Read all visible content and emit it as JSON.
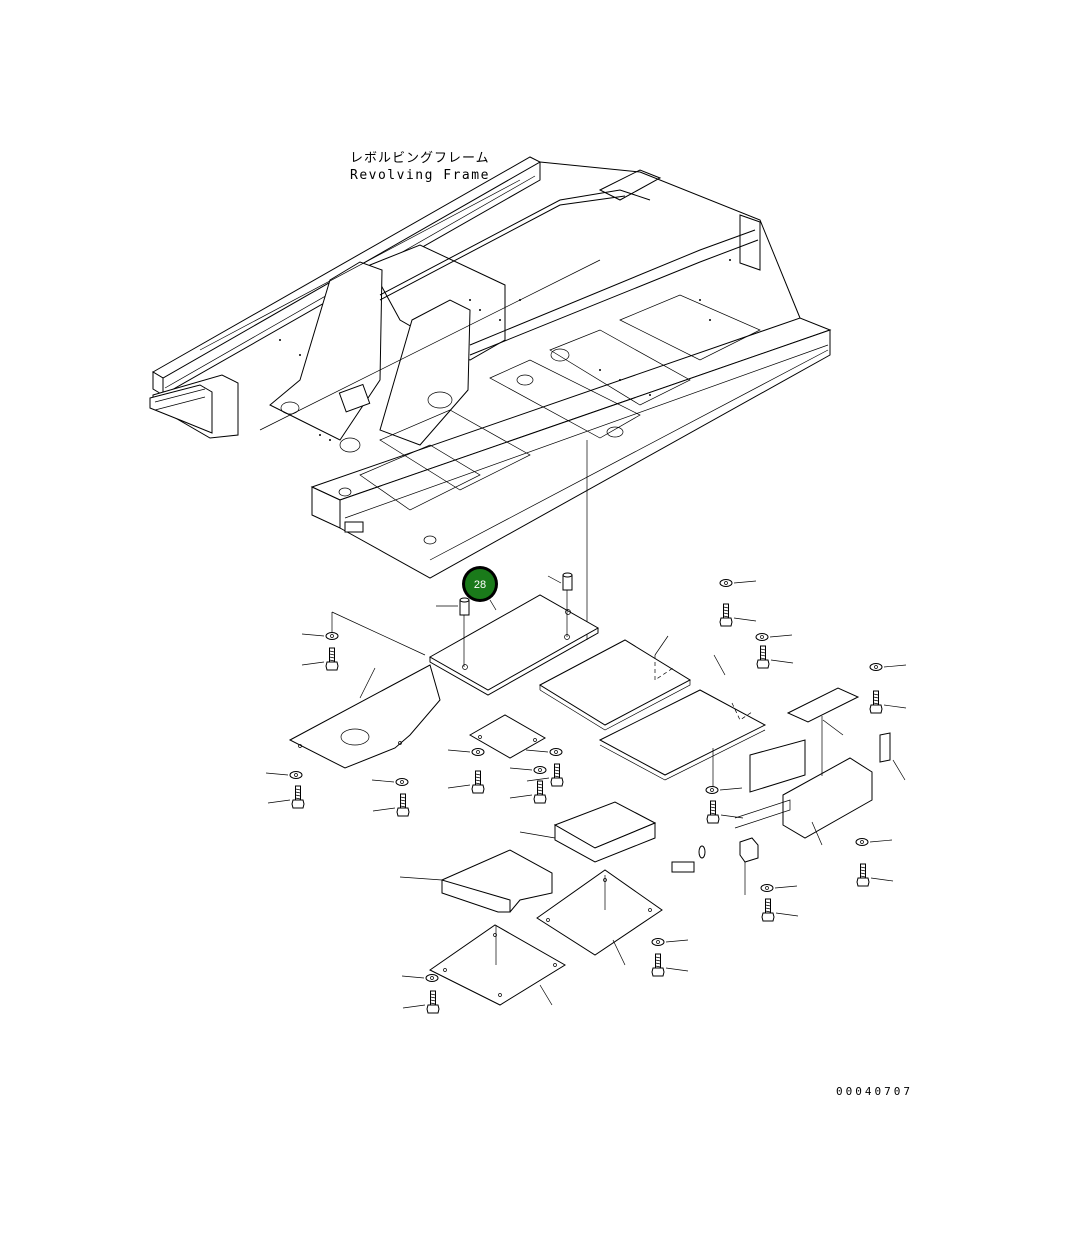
{
  "diagram": {
    "title_jp": "レボルビングフレーム",
    "title_en": "Revolving Frame",
    "drawing_number": "00040707"
  },
  "callouts": [
    {
      "label": "28",
      "color": "#1a7a1a"
    }
  ],
  "icons": {
    "callout_marker": "green-circle-badge"
  }
}
